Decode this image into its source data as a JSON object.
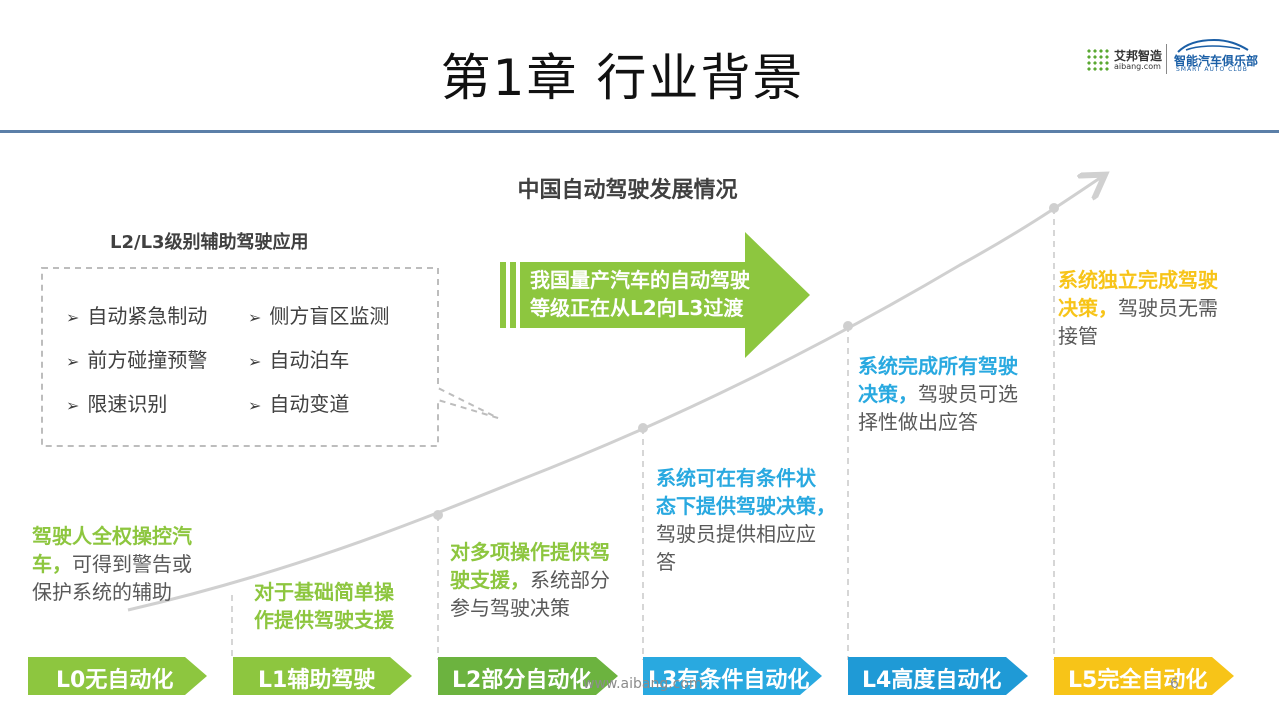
{
  "slide": {
    "title": "第1章 行业背景",
    "chart_title": "中国自动驾驶发展情况",
    "logo_left_name": "艾邦智造",
    "logo_left_url": "aibang.com",
    "logo_right_name": "智能汽车俱乐部",
    "logo_right_sub": "SMART AUTO CLUB",
    "footer_url": "www.aibang.com",
    "page_number": "6"
  },
  "applications": {
    "title": "L2/L3级别辅助驾驶应用",
    "items": [
      "自动紧急制动",
      "侧方盲区监测",
      "前方碰撞预警",
      "自动泊车",
      "限速识别",
      "自动变道"
    ],
    "bullet": "➢"
  },
  "transition_arrow": {
    "line1": "我国量产汽车的自动驾驶",
    "line2": "等级正在从L2向L3过渡",
    "color": "#8dc63f"
  },
  "levels": [
    {
      "label": "L0无自动化",
      "color": "#8dc63f",
      "highlight": [
        "驾驶人全权操控汽",
        "车，"
      ],
      "text": [
        "可得到警告或",
        "保护系统的辅助"
      ]
    },
    {
      "label": "L1辅助驾驶",
      "color": "#8dc63f",
      "highlight": [
        "对于基础简单操",
        "作提供驾驶支援"
      ],
      "text": []
    },
    {
      "label": "L2部分自动化",
      "color": "#6cb33f",
      "highlight": [
        "对多项操作提供驾",
        "驶支援，"
      ],
      "text": [
        "系统部分",
        "参与驾驶决策"
      ]
    },
    {
      "label": "L3有条件自动化",
      "color": "#29a9e0",
      "highlight": [
        "系统可在有条件状",
        "态下提供驾驶决策，"
      ],
      "text": [
        "驾驶员提供相应应",
        "答"
      ]
    },
    {
      "label": "L4高度自动化",
      "color": "#1f9ad6",
      "highlight": [
        "系统完成所有驾驶",
        "决策，"
      ],
      "text": [
        "驾驶员可选",
        "择性做出应答"
      ]
    },
    {
      "label": "L5完全自动化",
      "color": "#f7c418",
      "highlight": [
        "系统独立完成驾驶",
        "决策，"
      ],
      "text": [
        "驾驶员无需",
        "接管"
      ]
    }
  ]
}
